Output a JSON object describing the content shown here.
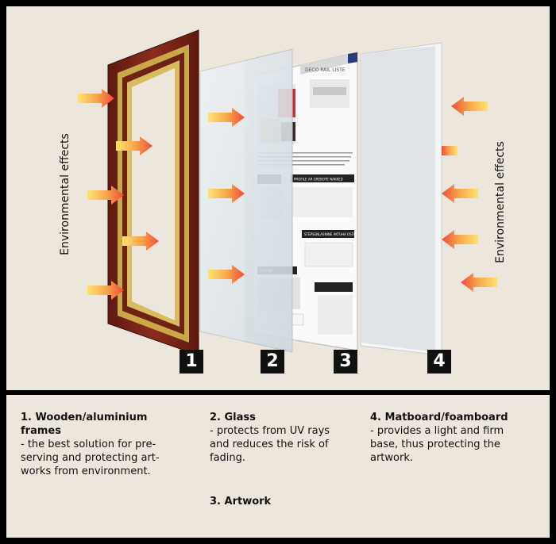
{
  "labels": {
    "left_effects": "Environmental effects",
    "right_effects": "Environmental effects"
  },
  "layers": [
    {
      "number": "1",
      "title": "1. Wooden/aluminium frames",
      "description": "- the best solution for pre-serving and protecting art-works from environment."
    },
    {
      "number": "2",
      "title": "2. Glass",
      "description": "- protects from UV rays and reduces the risk of fading."
    },
    {
      "number": "3",
      "title": "3. Artwork",
      "description": ""
    },
    {
      "number": "4",
      "title": "4. Matboard/foamboard",
      "description": "- provides a light and firm base, thus protecting the artwork."
    }
  ],
  "artwork": {
    "header": "DECO RAIL LISTE",
    "section_a": "PROFILE AR GREBOTE NAKKED",
    "section_b": "STEPSENLASNINE AKTUHA OSTA",
    "section_c": "STIR 18"
  },
  "colors": {
    "frame_wood": "#7a2416",
    "frame_gold": "#c9a84a",
    "arrow_red": "#f04a3c",
    "arrow_yellow": "#ffe36e",
    "panel_bg": "#ede6dc"
  }
}
